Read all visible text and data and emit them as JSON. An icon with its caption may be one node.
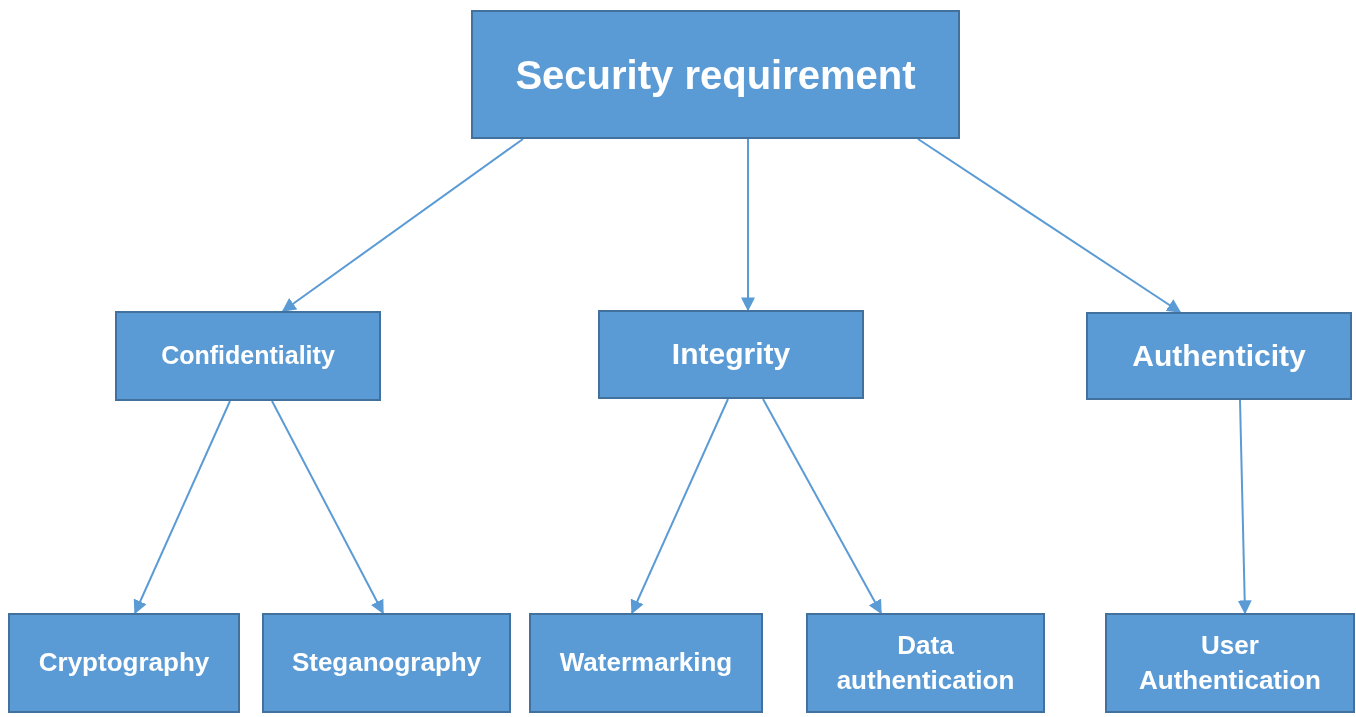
{
  "diagram": {
    "nodes": [
      {
        "text": [
          "Security requirement"
        ]
      },
      {
        "text": [
          "Confidentiality"
        ]
      },
      {
        "text": [
          "Integrity"
        ]
      },
      {
        "text": [
          "Authenticity"
        ]
      },
      {
        "text": [
          "Cryptography"
        ]
      },
      {
        "text": [
          "Steganography"
        ]
      },
      {
        "text": [
          "Watermarking"
        ]
      },
      {
        "text": [
          "Data authentication"
        ]
      },
      {
        "text": [
          "User Authentication"
        ]
      }
    ],
    "edges": [
      {
        "from": 0,
        "to": 1,
        "arrow": "to"
      },
      {
        "from": 0,
        "to": 2,
        "arrow": "to"
      },
      {
        "from": 0,
        "to": 3,
        "arrow": "to"
      },
      {
        "from": 1,
        "to": 4,
        "arrow": "to"
      },
      {
        "from": 1,
        "to": 5,
        "arrow": "to"
      },
      {
        "from": 2,
        "to": 6,
        "arrow": "to"
      },
      {
        "from": 2,
        "to": 7,
        "arrow": "to"
      },
      {
        "from": 3,
        "to": 8,
        "arrow": "to"
      }
    ]
  }
}
